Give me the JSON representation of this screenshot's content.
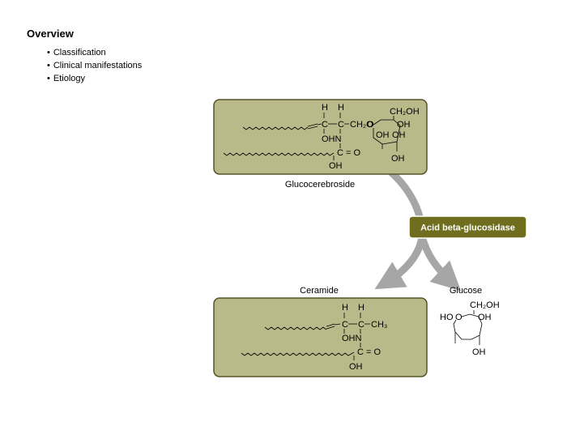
{
  "overview": {
    "title": "Overview",
    "bullets": [
      "Classification",
      "Clinical manifestations",
      "Etiology"
    ]
  },
  "diagram": {
    "substrate_label": "Glucocerebroside",
    "enzyme_label": "Acid beta-glucosidase",
    "product1_label": "Ceramide",
    "product2_label": "Glucose"
  },
  "chemistry": {
    "h": "H",
    "ch2o": "CH₂O",
    "ch2oh": "CH₂OH",
    "oh": "OH",
    "ohn": "OHN",
    "n": "N",
    "c": "C",
    "c_eq_o": "C = O",
    "ch3": "CH₃",
    "ho": "HO",
    "o": "O"
  },
  "colors": {
    "box_fill": "#b9b98a",
    "box_stroke": "#55552a",
    "enzyme_fill": "#6e6e1e",
    "arrow_gray": "#a6a6a6"
  }
}
